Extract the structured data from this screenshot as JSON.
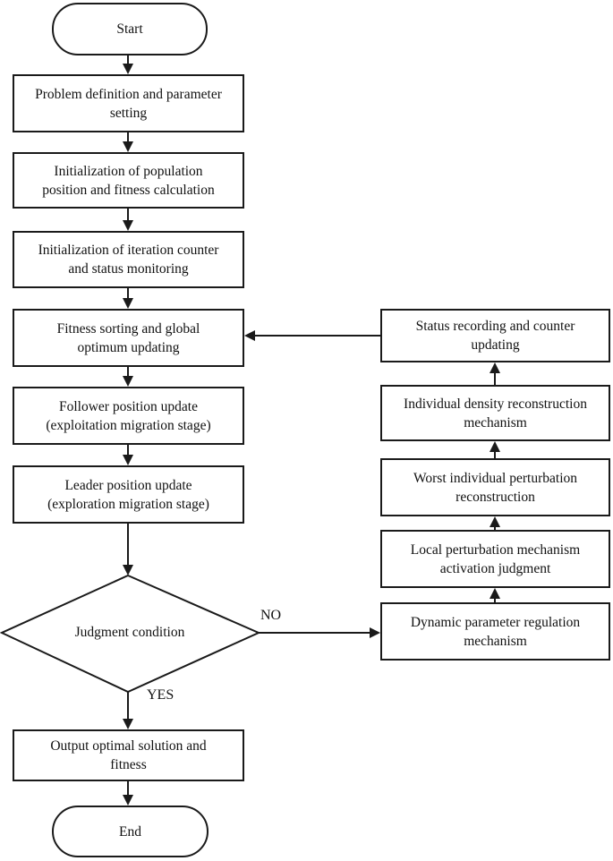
{
  "diagram": {
    "type": "flowchart",
    "nodes": {
      "start": {
        "shape": "terminator",
        "lines": [
          "Start"
        ]
      },
      "problem_definition": {
        "shape": "process",
        "lines": [
          "Problem definition and parameter",
          "setting"
        ]
      },
      "init_population": {
        "shape": "process",
        "lines": [
          "Initialization of population",
          "position and fitness calculation"
        ]
      },
      "init_iteration": {
        "shape": "process",
        "lines": [
          "Initialization of iteration counter",
          "and status monitoring"
        ]
      },
      "fitness_sorting": {
        "shape": "process",
        "lines": [
          "Fitness sorting and global",
          "optimum updating"
        ]
      },
      "follower_update": {
        "shape": "process",
        "lines": [
          "Follower position update",
          "(exploitation migration stage)"
        ]
      },
      "leader_update": {
        "shape": "process",
        "lines": [
          "Leader position update",
          "(exploration migration stage)"
        ]
      },
      "judgment": {
        "shape": "decision",
        "lines": [
          "Judgment condition"
        ]
      },
      "output_solution": {
        "shape": "process",
        "lines": [
          "Output optimal solution and",
          "fitness"
        ]
      },
      "end": {
        "shape": "terminator",
        "lines": [
          "End"
        ]
      },
      "status_recording": {
        "shape": "process",
        "lines": [
          "Status recording and counter",
          "updating"
        ]
      },
      "individual_density": {
        "shape": "process",
        "lines": [
          "Individual density reconstruction",
          "mechanism"
        ]
      },
      "worst_individual": {
        "shape": "process",
        "lines": [
          "Worst individual perturbation",
          "reconstruction"
        ]
      },
      "local_perturbation": {
        "shape": "process",
        "lines": [
          "Local perturbation mechanism",
          "activation judgment"
        ]
      },
      "dynamic_parameter": {
        "shape": "process",
        "lines": [
          "Dynamic parameter regulation",
          "mechanism"
        ]
      }
    },
    "edge_labels": {
      "no": "NO",
      "yes": "YES"
    },
    "edges": [
      "start -> problem_definition",
      "problem_definition -> init_population",
      "init_population -> init_iteration",
      "init_iteration -> fitness_sorting",
      "fitness_sorting -> follower_update",
      "follower_update -> leader_update",
      "leader_update -> judgment",
      "judgment -NO-> dynamic_parameter",
      "judgment -YES-> output_solution",
      "output_solution -> end",
      "dynamic_parameter -> local_perturbation",
      "local_perturbation -> worst_individual",
      "worst_individual -> individual_density",
      "individual_density -> status_recording",
      "status_recording -> fitness_sorting"
    ],
    "colors": {
      "line": "#1a1a1a",
      "background": "#ffffff",
      "text": "#111111"
    }
  }
}
